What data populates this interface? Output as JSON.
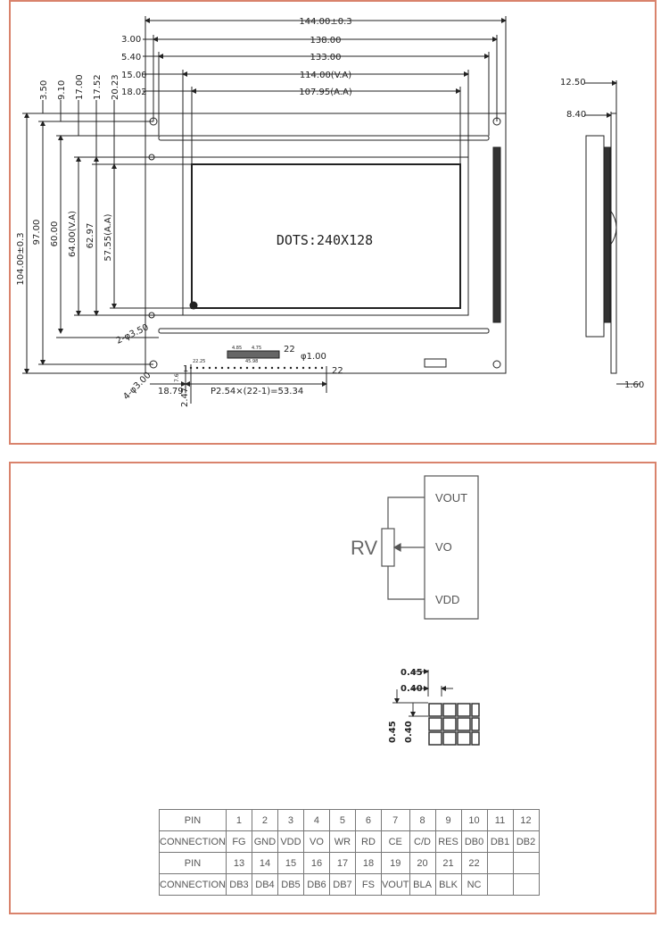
{
  "drawing": {
    "dims_top": [
      "144.00±0.3",
      "138.00",
      "133.00",
      "114.00(V.A)",
      "107.95(A.A)"
    ],
    "dims_top_left": [
      "3.00",
      "5.40",
      "15.00",
      "18.02"
    ],
    "dims_left_top": [
      "3.50",
      "9.10",
      "17.00",
      "17.52",
      "20.23"
    ],
    "dims_vertical": [
      "104.00±0.3",
      "97.00",
      "60.00",
      "64.00(V.A)",
      "62.97",
      "57.55(A.A)"
    ],
    "hole_top": "2-φ3.50",
    "hole_bottom": "4-φ3.00",
    "pin_hole": "φ1.00",
    "pin_first": "1",
    "pin_last": "22",
    "bottom_dims": [
      "18.79",
      "P2.54×(22-1)=53.34",
      "2.47",
      "7.6"
    ],
    "display_text": "DOTS:240X128",
    "side_dims": [
      "12.50",
      "8.40",
      "1.60"
    ],
    "small_dims": [
      "4.85",
      "4.75",
      "22.25",
      "45.98"
    ]
  },
  "circuit": {
    "rv_label": "RV",
    "pins": [
      "VOUT",
      "VO",
      "VDD"
    ]
  },
  "dots": {
    "labels": [
      "0.45",
      "0.40",
      "0.45",
      "0.40"
    ]
  },
  "pin_table": {
    "rows": [
      [
        "PIN",
        "1",
        "2",
        "3",
        "4",
        "5",
        "6",
        "7",
        "8",
        "9",
        "10",
        "11",
        "12"
      ],
      [
        "CONNECTION",
        "FG",
        "GND",
        "VDD",
        "VO",
        "WR",
        "RD",
        "CE",
        "C/D",
        "RES",
        "DB0",
        "DB1",
        "DB2"
      ],
      [
        "PIN",
        "13",
        "14",
        "15",
        "16",
        "17",
        "18",
        "19",
        "20",
        "21",
        "22",
        "",
        ""
      ],
      [
        "CONNECTION",
        "DB3",
        "DB4",
        "DB5",
        "DB6",
        "DB7",
        "FS",
        "VOUT",
        "BLA",
        "BLK",
        "NC",
        "",
        ""
      ]
    ]
  }
}
